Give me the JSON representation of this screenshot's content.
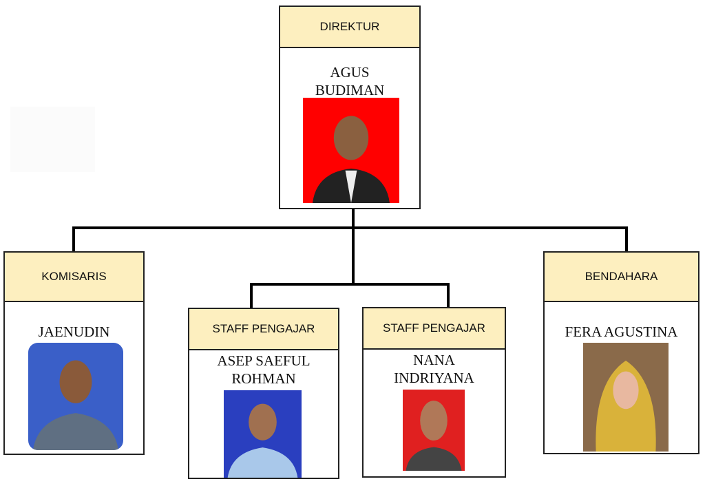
{
  "nodes": {
    "direktur": {
      "title": "DIREKTUR",
      "name": "AGUS BUDIMAN",
      "photo_bg": "#ff0000"
    },
    "komisaris": {
      "title": "KOMISARIS",
      "name": "JAENUDIN",
      "photo_bg": "#3a5fc8"
    },
    "staff1": {
      "title": "STAFF PENGAJAR",
      "name": "ASEP SAEFUL ROHMAN",
      "photo_bg": "#2a3fbf"
    },
    "staff2": {
      "title": "STAFF PENGAJAR",
      "name": "NANA INDRIYANA",
      "photo_bg": "#e02020"
    },
    "bendahara": {
      "title": "BENDAHARA",
      "name": "FERA AGUSTINA",
      "photo_bg": "#d9b23a"
    }
  },
  "colors": {
    "header_bg": "#fdefbf",
    "border": "#222222"
  }
}
